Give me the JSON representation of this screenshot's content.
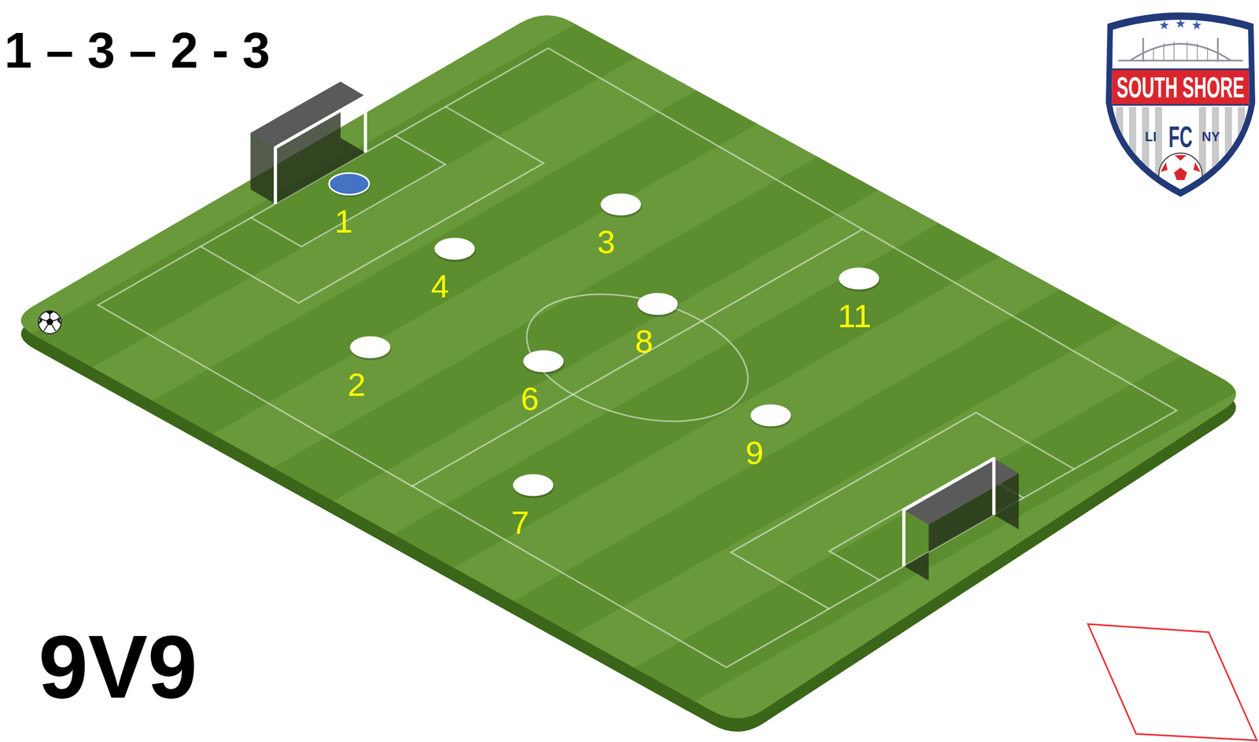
{
  "diagram": {
    "title": "1 – 3 – 2 - 3",
    "nodes": [
      {
        "text": [
          "1"
        ]
      },
      {
        "text": [
          "3"
        ]
      },
      {
        "text": [
          "4"
        ]
      },
      {
        "text": [
          "11"
        ]
      },
      {
        "text": [
          "8"
        ]
      },
      {
        "text": [
          "2"
        ]
      },
      {
        "text": [
          "6"
        ]
      },
      {
        "text": [
          "9"
        ]
      },
      {
        "text": [
          "7"
        ]
      }
    ],
    "labels": [
      "9V9",
      "SOUTH SHORE",
      "LI",
      "FC",
      "NY"
    ]
  }
}
